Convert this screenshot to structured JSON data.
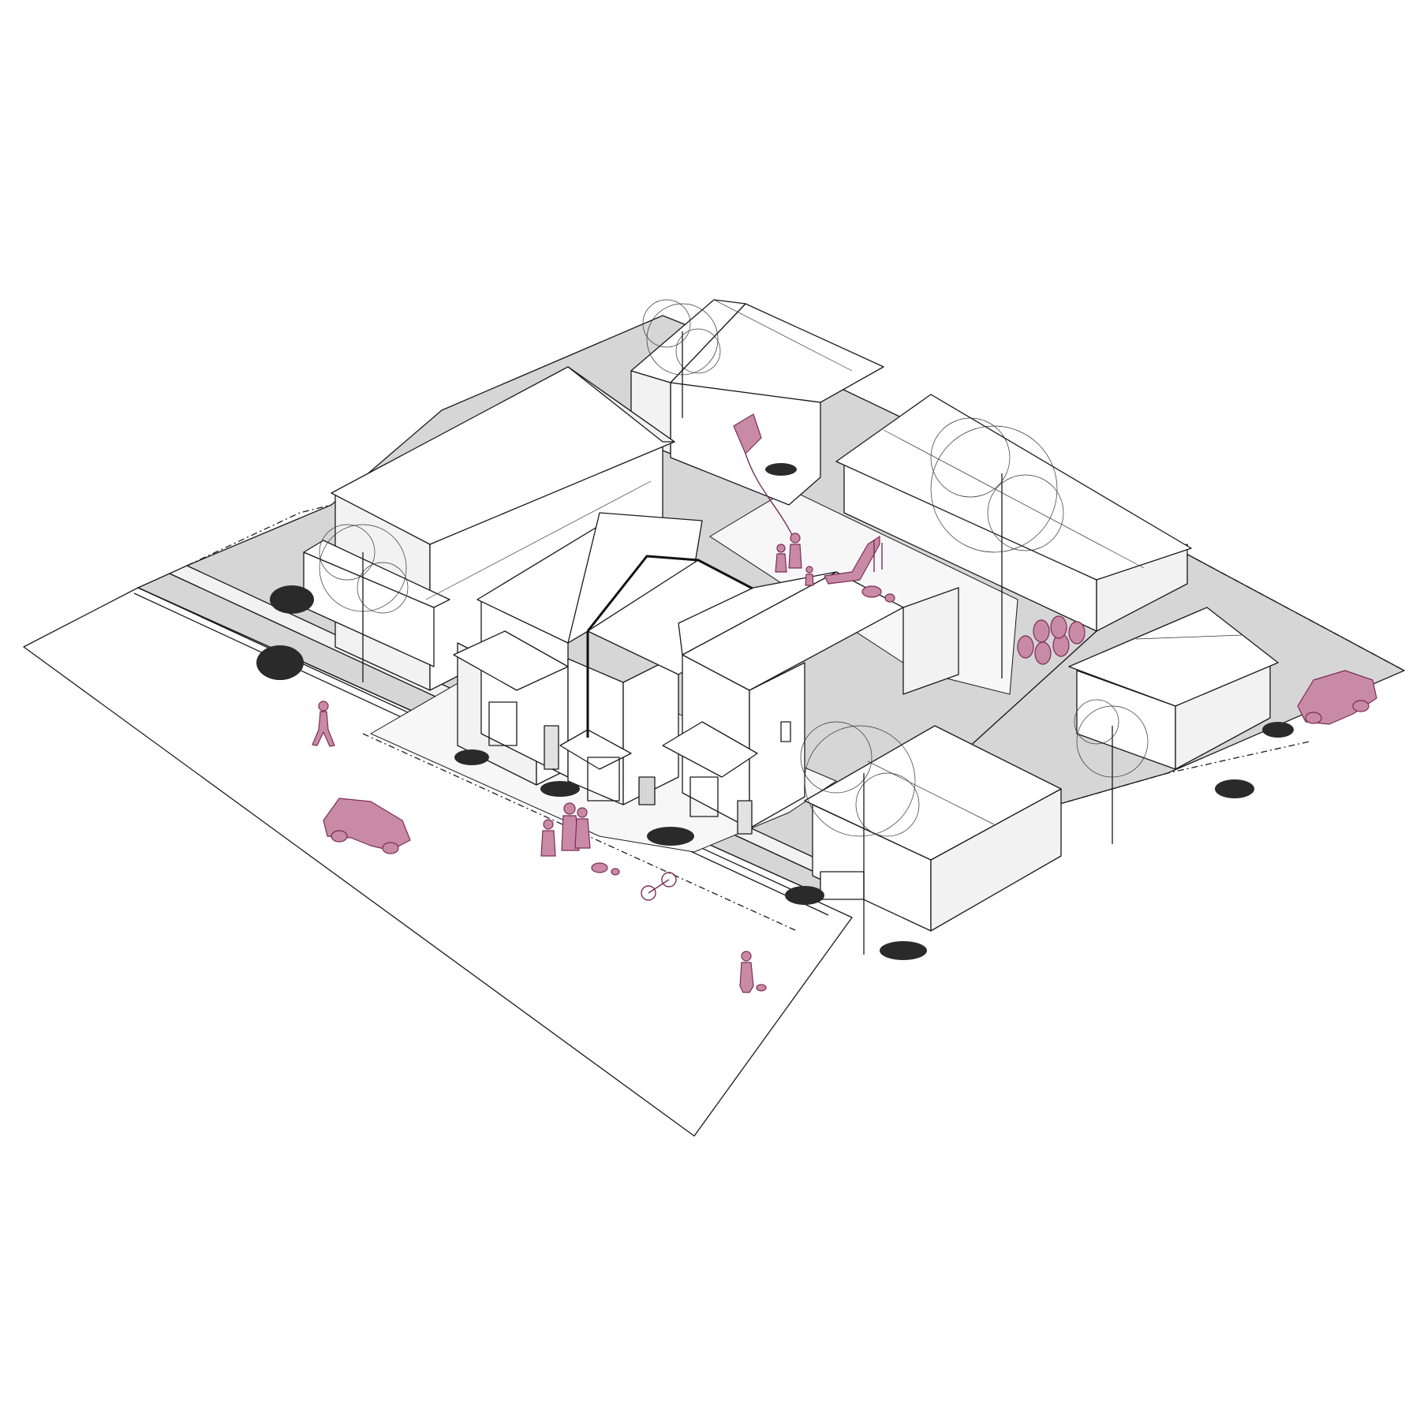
{
  "drawing": {
    "style": "isometric site axonometric, line drawing",
    "colors": {
      "line": "#1a1a1a",
      "paving_gray": "#d6d6d6",
      "road_light": "#f4f4f4",
      "wall_light": "#f2f2f2",
      "accent_pink": "#c98aa6",
      "accent_stroke": "#7a2e55"
    },
    "elements": {
      "buildings": [
        "neighbor-house-large-left",
        "neighbor-house-back-center",
        "neighbor-house-back-right",
        "neighbor-house-right-small",
        "neighbor-house-front-right",
        "townhouse-row"
      ],
      "accents": [
        "car",
        "car",
        "pedestrian",
        "pedestrian",
        "family-group",
        "child-with-kite",
        "kite",
        "slide",
        "bicycle",
        "bike-rack",
        "dog-walker"
      ]
    }
  }
}
